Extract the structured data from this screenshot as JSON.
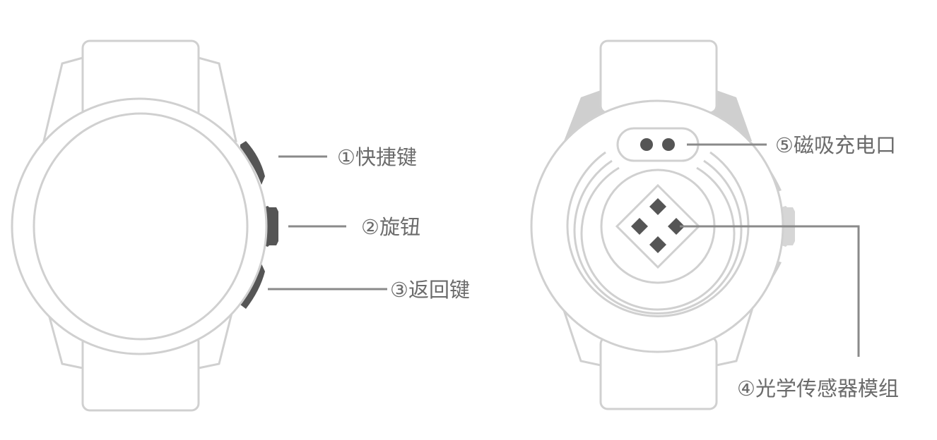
{
  "diagram": {
    "front_view": {
      "labels": {
        "shortcut_key": "①快捷键",
        "crown": "②旋钮",
        "back_key": "③返回键"
      }
    },
    "back_view": {
      "labels": {
        "magnetic_charging_port": "⑤磁吸充电口",
        "optical_sensor_module": "④光学传感器模组"
      }
    },
    "colors": {
      "outline": "#d0d0d0",
      "buttons": "#555555",
      "leader_lines": "#8a8a8a",
      "label_text": "#6b6b6b"
    }
  }
}
